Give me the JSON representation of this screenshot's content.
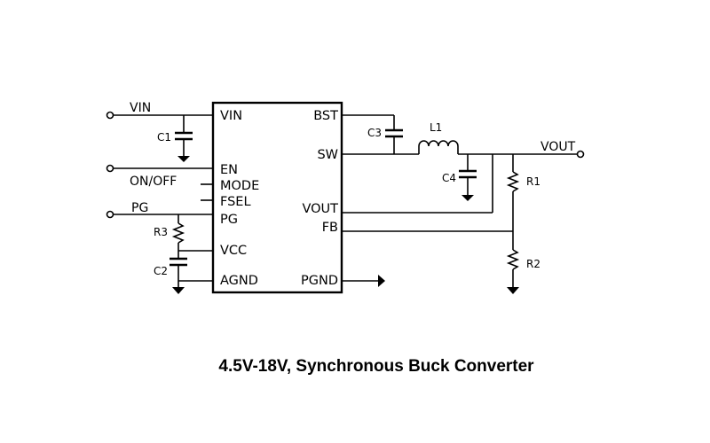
{
  "ic": {
    "pins_left": [
      "VIN",
      "EN",
      "MODE",
      "FSEL",
      "PG",
      "VCC",
      "AGND"
    ],
    "pins_right": [
      "BST",
      "SW",
      "VOUT",
      "FB",
      "PGND"
    ]
  },
  "nets": {
    "vin": "VIN",
    "on_off": "ON/OFF",
    "pg": "PG",
    "vout": "VOUT"
  },
  "components": {
    "c1": "C1",
    "c2": "C2",
    "c3": "C3",
    "c4": "C4",
    "l1": "L1",
    "r1": "R1",
    "r2": "R2",
    "r3": "R3"
  },
  "caption": "4.5V-18V, Synchronous Buck Converter",
  "colors": {
    "line": "#000000",
    "background": "#ffffff"
  },
  "icons": [
    "ground-symbol",
    "capacitor-symbol",
    "resistor-symbol",
    "inductor-symbol",
    "terminal-circle"
  ]
}
